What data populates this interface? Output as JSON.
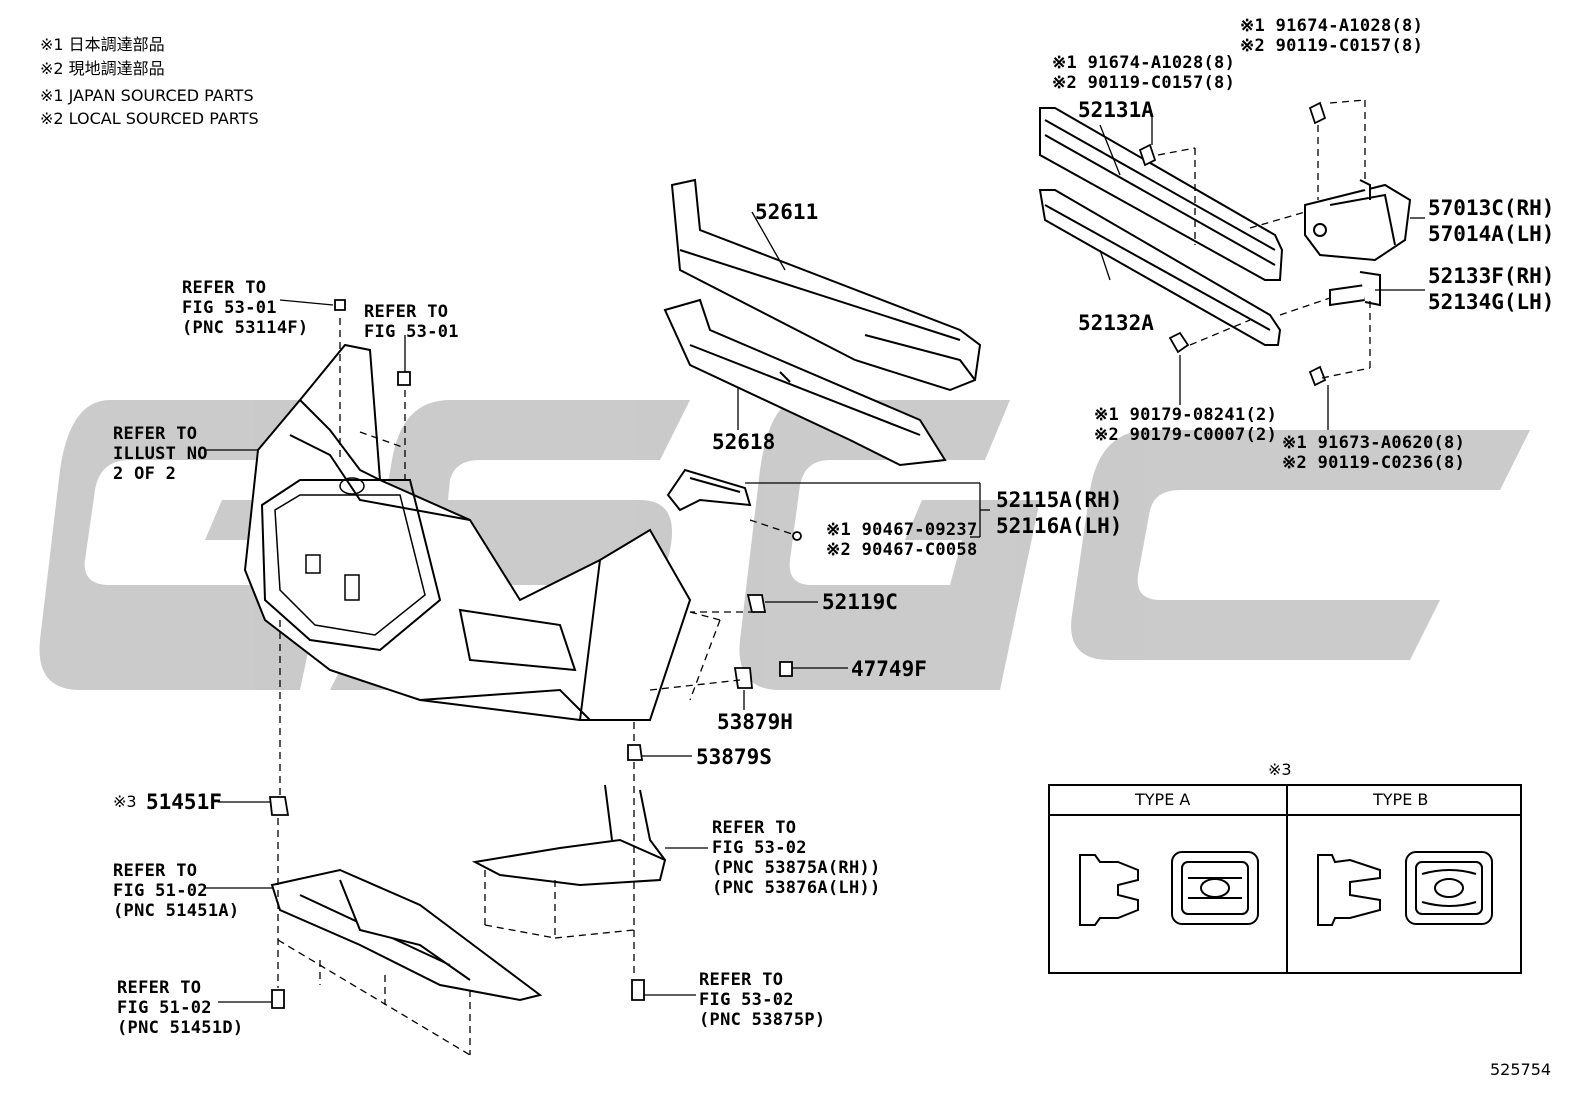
{
  "notes": [
    "※1 日本調達部品",
    "※2 現地調達部品",
    "※1 JAPAN SOURCED PARTS",
    "※2 LOCAL SOURCED PARTS"
  ],
  "watermark": "GSGC",
  "parts": {
    "p52611": "52611",
    "p52618": "52618",
    "p52131A": "52131A",
    "p52132A": "52132A",
    "p57013C": "57013C(RH)",
    "p57014A": "57014A(LH)",
    "p52133F": "52133F(RH)",
    "p52134G": "52134G(LH)",
    "p52115A": "52115A(RH)",
    "p52116A": "52116A(LH)",
    "p52119C": "52119C",
    "p47749F": "47749F",
    "p53879H": "53879H",
    "p53879S": "53879S",
    "p51451F": "51451F"
  },
  "bolts": {
    "top_right": [
      "※1 91674-A1028(8)",
      "※2 90119-C0157(8)"
    ],
    "top_mid": [
      "※1 91674-A1028(8)",
      "※2 90119-C0157(8)"
    ],
    "nut": [
      "※1 90179-08241(2)",
      "※2 90179-C0007(2)"
    ],
    "lower_bolt": [
      "※1 91673-A0620(8)",
      "※2 90119-C0236(8)"
    ],
    "bracket_screw": [
      "※1 90467-09237",
      "※2 90467-C0058"
    ]
  },
  "refs": {
    "r1": [
      "REFER TO",
      "FIG 53-01",
      "(PNC 53114F)"
    ],
    "r2": [
      "REFER TO",
      "FIG 53-01"
    ],
    "r3": [
      "REFER TO",
      "ILLUST NO",
      "2 OF 2"
    ],
    "r4": [
      "REFER TO",
      "FIG 53-02",
      "(PNC 53875A(RH))",
      "(PNC 53876A(LH))"
    ],
    "r5": [
      "REFER TO",
      "FIG 51-02",
      "(PNC 51451A)"
    ],
    "r6": [
      "REFER TO",
      "FIG 51-02",
      "(PNC 51451D)"
    ],
    "r7": [
      "REFER TO",
      "FIG 53-02",
      "(PNC 53875P)"
    ]
  },
  "mark3_51451F": "※3",
  "type_table": {
    "mark": "※3",
    "type_a": "TYPE A",
    "type_b": "TYPE B"
  },
  "illustration_no": "525754",
  "colors": {
    "line": "#000000",
    "watermark": "#c8c8c8"
  }
}
